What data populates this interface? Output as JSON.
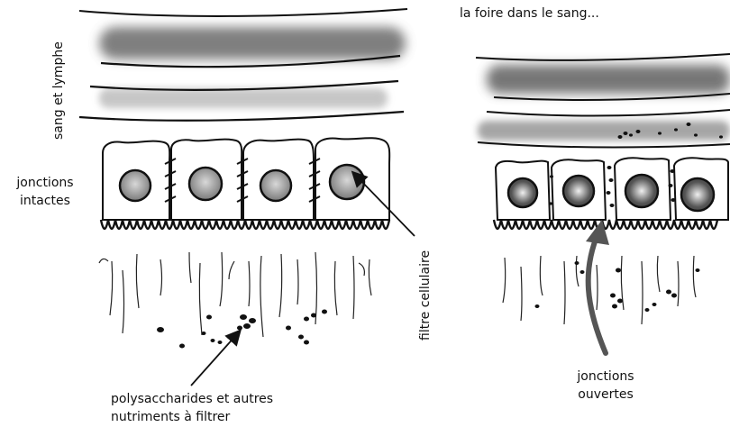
{
  "labels": {
    "blood_lymph": "sang et lymphe",
    "junctions_intact_line1": "jonctions",
    "junctions_intact_line2": "intactes",
    "cell_filter": "filtre cellulaire",
    "polysaccharides_line1": "polysaccharides et autres",
    "polysaccharides_line2": "nutriments à filtrer",
    "junctions_open_line1": "jonctions",
    "junctions_open_line2": "ouvertes",
    "top_right_caption": "la foire dans le sang..."
  },
  "colors": {
    "ink": "#111111",
    "band_dark": "#666666",
    "band_light": "#9a9a9a"
  }
}
